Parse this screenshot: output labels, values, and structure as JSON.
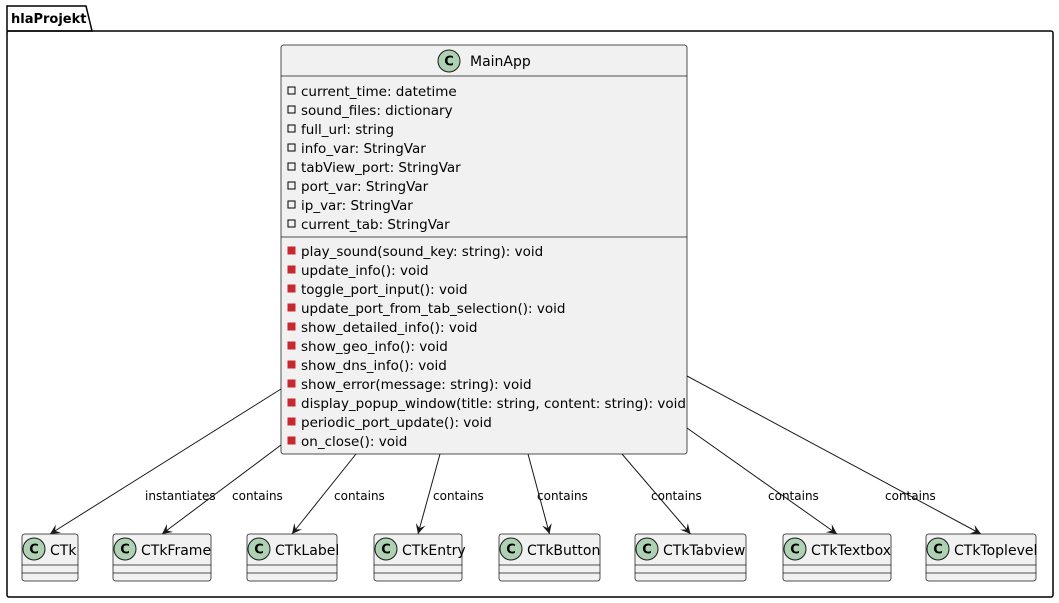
{
  "package": {
    "name": "hlaProjekt"
  },
  "main_class": {
    "stereotype_letter": "C",
    "name": "MainApp",
    "attributes": [
      "current_time: datetime",
      "sound_files: dictionary",
      "full_url: string",
      "info_var: StringVar",
      "tabView_port: StringVar",
      "port_var: StringVar",
      "ip_var: StringVar",
      "current_tab: StringVar"
    ],
    "methods": [
      "play_sound(sound_key: string): void",
      "update_info(): void",
      "toggle_port_input(): void",
      "update_port_from_tab_selection(): void",
      "show_detailed_info(): void",
      "show_geo_info(): void",
      "show_dns_info(): void",
      "show_error(message: string): void",
      "display_popup_window(title: string, content: string): void",
      "periodic_port_update(): void",
      "on_close(): void"
    ]
  },
  "classes": [
    {
      "name": "CTk",
      "relation": "instantiates"
    },
    {
      "name": "CTkFrame",
      "relation": "contains"
    },
    {
      "name": "CTkLabel",
      "relation": "contains"
    },
    {
      "name": "CTkEntry",
      "relation": "contains"
    },
    {
      "name": "CTkButton",
      "relation": "contains"
    },
    {
      "name": "CTkTabview",
      "relation": "contains"
    },
    {
      "name": "CTkTextbox",
      "relation": "contains"
    },
    {
      "name": "CTkToplevel",
      "relation": "contains"
    }
  ],
  "colors": {
    "class_fill": "#f1f1f1",
    "class_stroke": "#181818",
    "circle_fill": "#add1b2",
    "private_attr_stroke": "#000000",
    "private_method_fill": "#c82930",
    "private_method_stroke": "#c82930",
    "line": "#181818"
  }
}
